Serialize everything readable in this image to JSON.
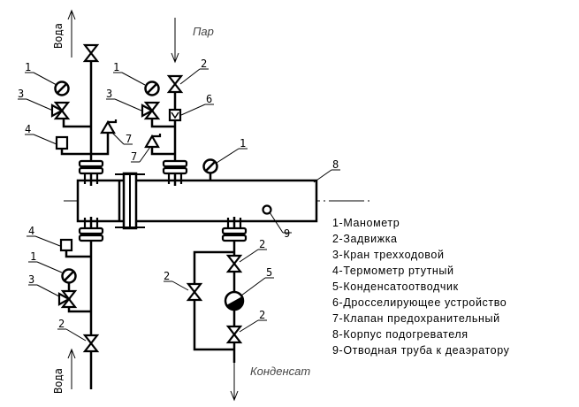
{
  "labels": {
    "water_top": "Вода",
    "water_bottom": "Вода",
    "steam": "Пар",
    "condensate": "Конденсат"
  },
  "numbers": [
    "1",
    "2",
    "3",
    "4",
    "5",
    "6",
    "7",
    "8",
    "9"
  ],
  "legend": [
    "1-Манометр",
    "2-Задвижка",
    "3-Кран трехходовой",
    "4-Термометр ртутный",
    "5-Конденсатоотводчик",
    "6-Дросселирующее устройство",
    "7-Клапан предохранительный",
    "8-Корпус подогревателя",
    "9-Отводная труба к деаэратору"
  ]
}
